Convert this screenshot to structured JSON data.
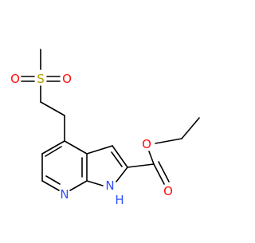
{
  "molecule": {
    "bond_color": "#000000",
    "oxygen_color": "#ff0d0d",
    "nitrogen_color": "#3050f8",
    "sulfur_color": "#b2a000",
    "atoms": {
      "sulfur": "S",
      "sulfonyl_oxygen_left": "O",
      "sulfonyl_oxygen_right": "O",
      "ester_ether_oxygen": "O",
      "ester_carbonyl_oxygen": "O",
      "pyridine_nitrogen": "N",
      "pyrrole_nitrogen": "N",
      "pyrrole_hydrogen": "H"
    }
  }
}
